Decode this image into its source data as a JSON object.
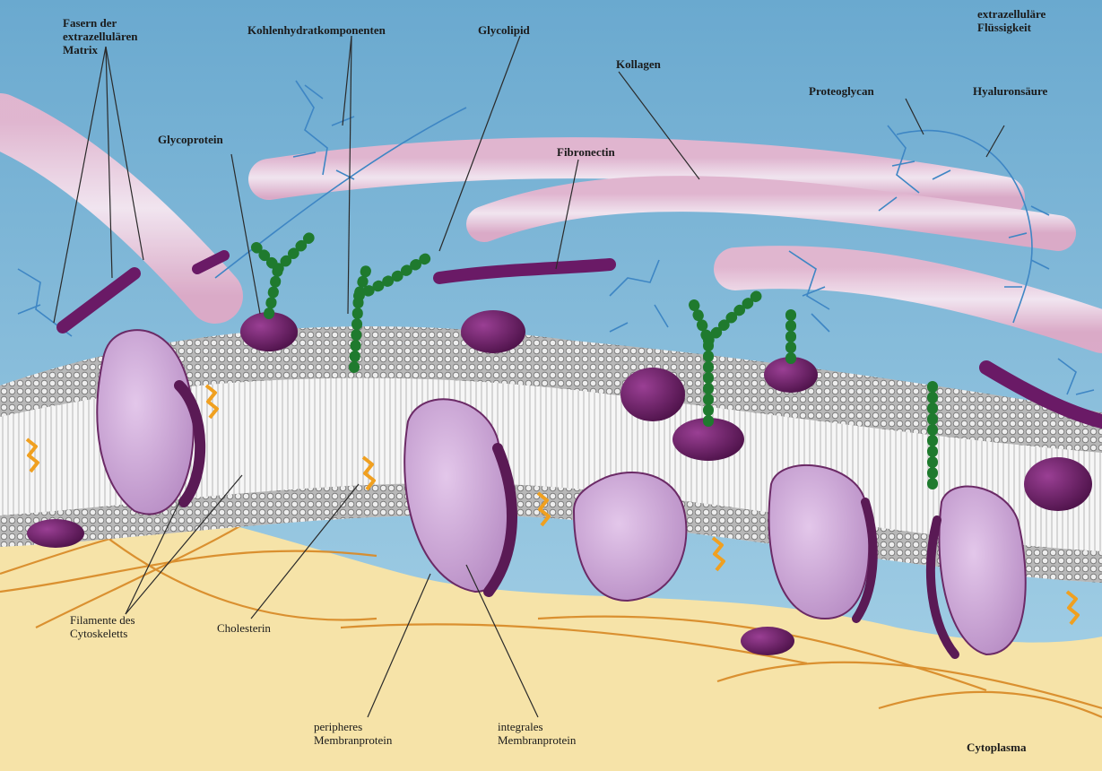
{
  "labels": {
    "fasern": "Fasern der\nextrazellulären\nMatrix",
    "kohlenhydrat": "Kohlenhydratkomponenten",
    "glycolipid": "Glycolipid",
    "extrazellulare_fl": "extrazelluläre\nFlüssigkeit",
    "kollagen": "Kollagen",
    "glycoprotein": "Glycoprotein",
    "fibronectin": "Fibronectin",
    "proteoglycan": "Proteoglycan",
    "hyaluronsaure": "Hyaluronsäure",
    "filamente": "Filamente des\nCytoskeletts",
    "cholesterin": "Cholesterin",
    "peripheres": "peripheres\nMembranprotein",
    "integrales": "integrales\nMembranprotein",
    "cytoplasma": "Cytoplasma"
  },
  "colors": {
    "extracellular": "#8fc3de",
    "cytoplasm": "#f6e3a8",
    "membrane_head": "#9a9a9a",
    "protein_light": "#cda6d6",
    "protein_dark": "#5a1a55",
    "carbohydrate": "#1f7a2e",
    "collagen": "#f0c8dc",
    "cholesterol": "#f0a020",
    "cytoskeleton": "#d98c2a",
    "proteoglycan": "#3e86c4"
  }
}
